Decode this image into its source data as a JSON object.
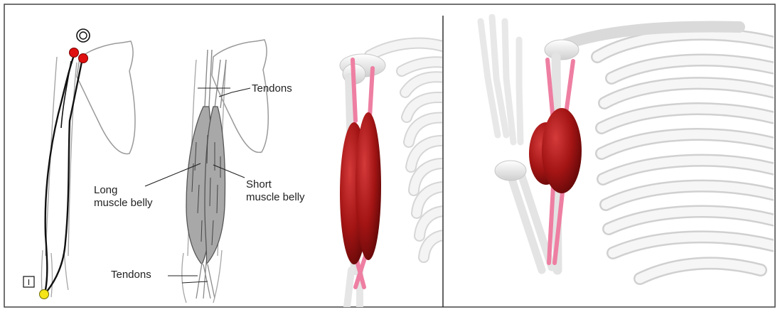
{
  "labels": {
    "tendons_top": "Tendons",
    "long_belly_line1": "Long",
    "long_belly_line2": "muscle belly",
    "short_belly_line1": "Short",
    "short_belly_line2": "muscle belly",
    "tendons_bottom": "Tendons"
  },
  "markers": {
    "origin_symbol": "O",
    "insertion_symbol": "I",
    "origin_color": "#e01010",
    "insertion_color": "#f5e51a"
  },
  "colors": {
    "muscle_fill": "#a8a8a8",
    "muscle_3d": "#9e1212",
    "tendon_3d": "#ee7fa2",
    "bone_3d": "#f2f2f2",
    "outline": "#9a9a9a"
  }
}
